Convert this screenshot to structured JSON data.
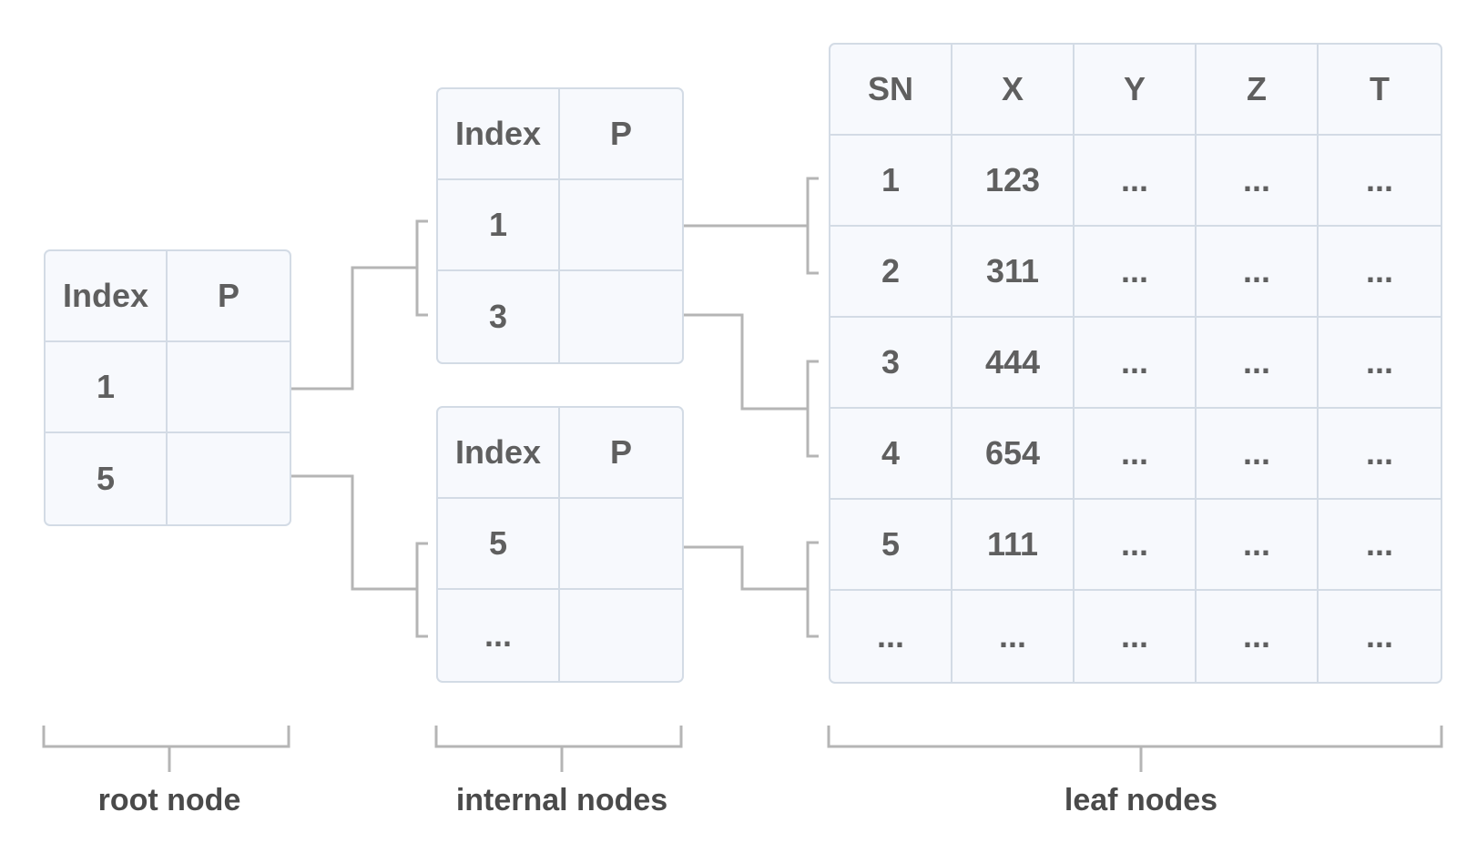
{
  "root": {
    "header": [
      "Index",
      "P"
    ],
    "rows": [
      [
        "1",
        ""
      ],
      [
        "5",
        ""
      ]
    ]
  },
  "internal_top": {
    "header": [
      "Index",
      "P"
    ],
    "rows": [
      [
        "1",
        ""
      ],
      [
        "3",
        ""
      ]
    ]
  },
  "internal_bottom": {
    "header": [
      "Index",
      "P"
    ],
    "rows": [
      [
        "5",
        ""
      ],
      [
        "...",
        ""
      ]
    ]
  },
  "leaf": {
    "header": [
      "SN",
      "X",
      "Y",
      "Z",
      "T"
    ],
    "rows": [
      [
        "1",
        "123",
        "...",
        "...",
        "..."
      ],
      [
        "2",
        "311",
        "...",
        "...",
        "..."
      ],
      [
        "3",
        "444",
        "...",
        "...",
        "..."
      ],
      [
        "4",
        "654",
        "...",
        "...",
        "..."
      ],
      [
        "5",
        "111",
        "...",
        "...",
        "..."
      ],
      [
        "...",
        "...",
        "...",
        "...",
        "..."
      ]
    ]
  },
  "labels": {
    "root": "root node",
    "internal": "internal nodes",
    "leaf": "leaf nodes"
  },
  "colors": {
    "cell_bg": "#f7f9fd",
    "border": "#d3dbe5",
    "connector": "#b5b5b5",
    "text": "#5f5f5f"
  }
}
